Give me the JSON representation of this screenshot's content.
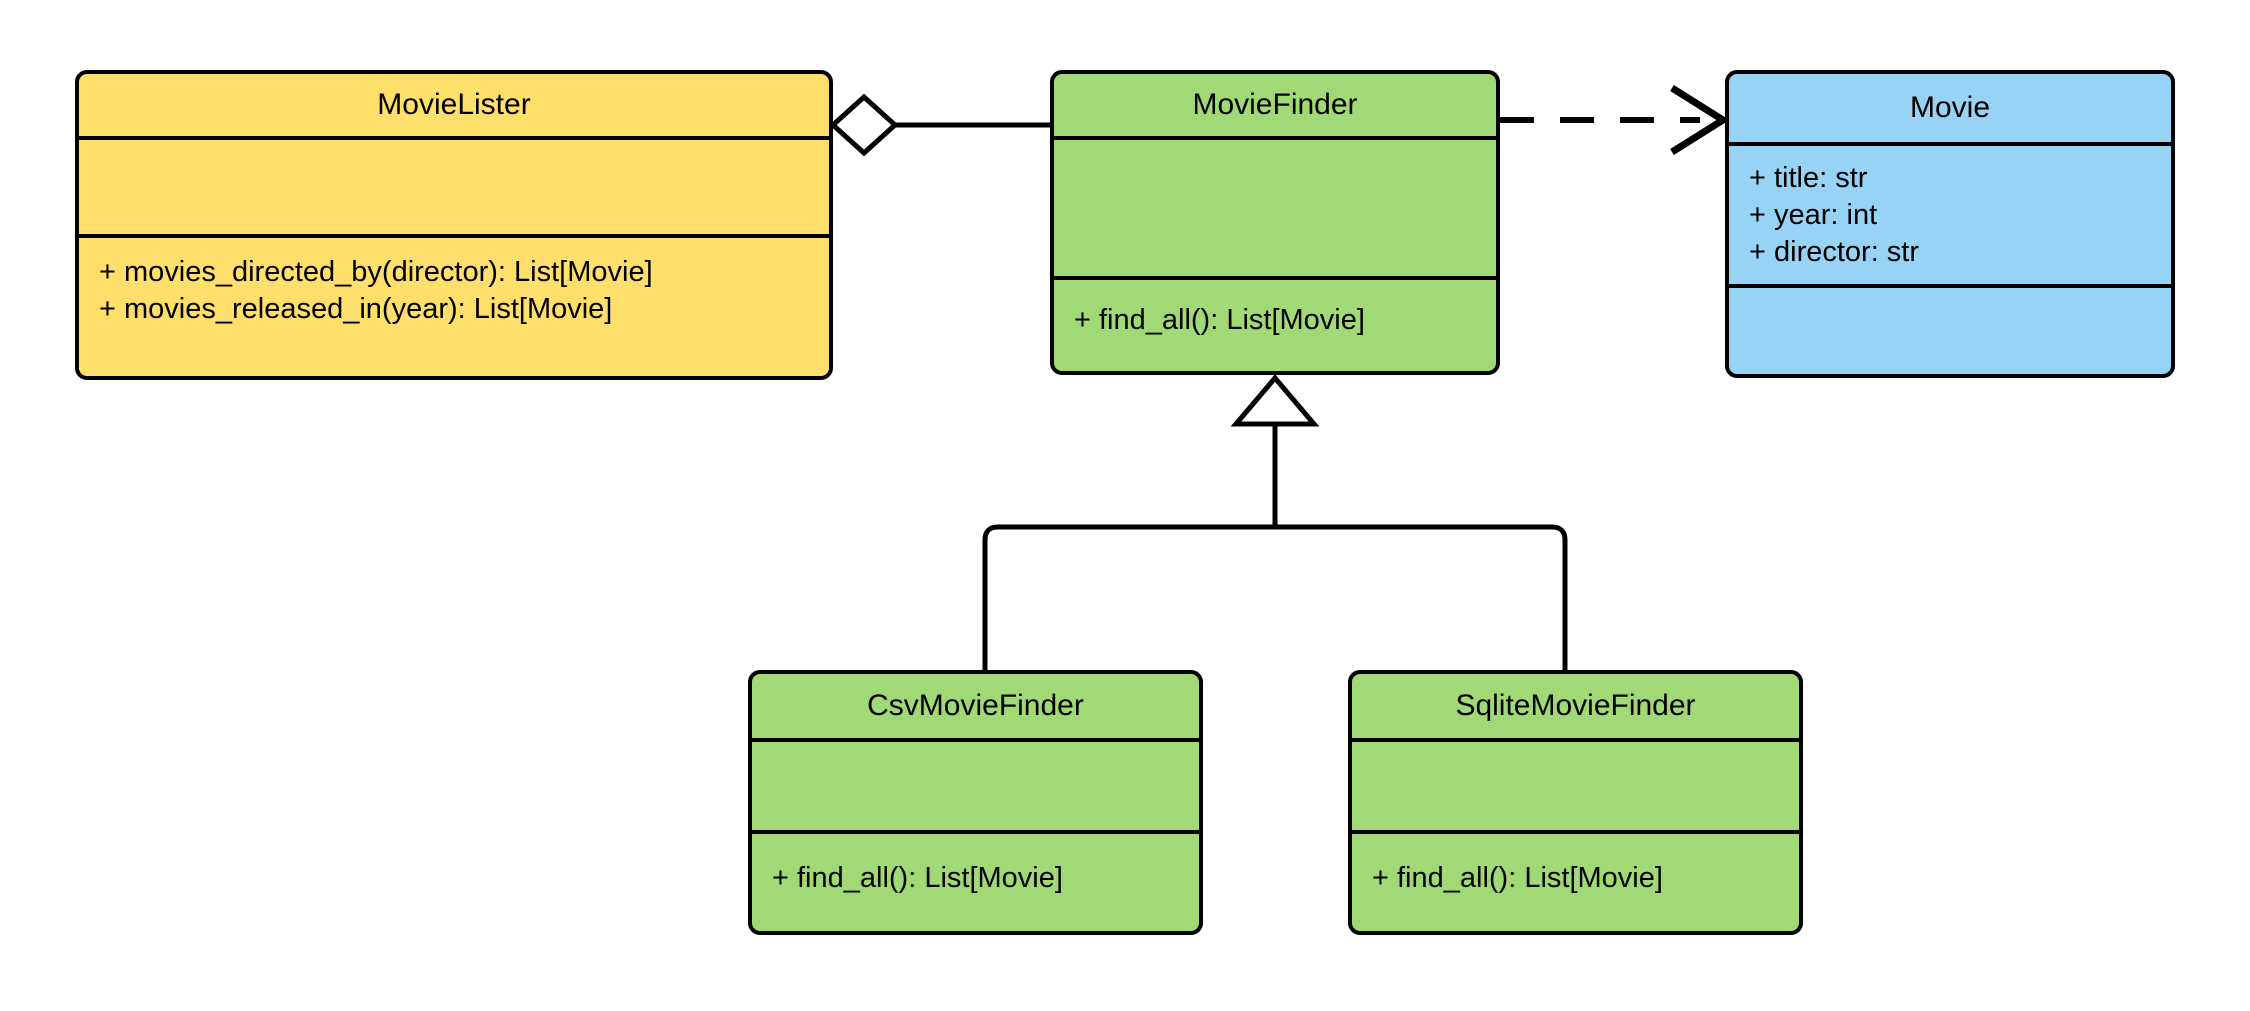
{
  "diagram": {
    "kind": "uml-class-diagram",
    "title": "MovieLister dependency injection class diagram",
    "background": "#FFFFFF",
    "stroke": "#000000",
    "colors": {
      "client": "#FFDF6B",
      "finder": "#A2D977",
      "entity": "#97D3F5",
      "line": "#000000"
    }
  },
  "classes": [
    {
      "id": "movielister",
      "name": "MovieLister",
      "fill": "#FFDF6B",
      "attributes": [],
      "methods": [
        "+ movies_directed_by(director): List[Movie]",
        "+ movies_released_in(year): List[Movie]"
      ]
    },
    {
      "id": "moviefinder",
      "name": "MovieFinder",
      "fill": "#A2D977",
      "attributes": [],
      "methods": [
        "+ find_all(): List[Movie]"
      ]
    },
    {
      "id": "movie",
      "name": "Movie",
      "fill": "#97D3F5",
      "attributes": [
        "+ title: str",
        "+ year: int",
        "+ director: str"
      ],
      "methods": []
    },
    {
      "id": "csvmoviefinder",
      "name": "CsvMovieFinder",
      "fill": "#A2D977",
      "attributes": [],
      "methods": [
        "+ find_all(): List[Movie]"
      ]
    },
    {
      "id": "sqlitemoviefinder",
      "name": "SqliteMovieFinder",
      "fill": "#A2D977",
      "attributes": [],
      "methods": [
        "+ find_all(): List[Movie]"
      ]
    }
  ],
  "relationships": [
    {
      "id": "rel-aggregation",
      "type": "aggregation",
      "marker": "hollow-diamond",
      "line": "solid",
      "from": "MovieLister",
      "to": "MovieFinder",
      "label": ""
    },
    {
      "id": "rel-dependency",
      "type": "dependency",
      "marker": "open-arrow",
      "line": "dashed",
      "from": "MovieFinder",
      "to": "Movie",
      "label": ""
    },
    {
      "id": "rel-generalization-csv",
      "type": "generalization",
      "marker": "hollow-triangle",
      "line": "solid",
      "from": "CsvMovieFinder",
      "to": "MovieFinder",
      "label": ""
    },
    {
      "id": "rel-generalization-sqlite",
      "type": "generalization",
      "marker": "hollow-triangle",
      "line": "solid",
      "from": "SqliteMovieFinder",
      "to": "MovieFinder",
      "label": ""
    }
  ]
}
